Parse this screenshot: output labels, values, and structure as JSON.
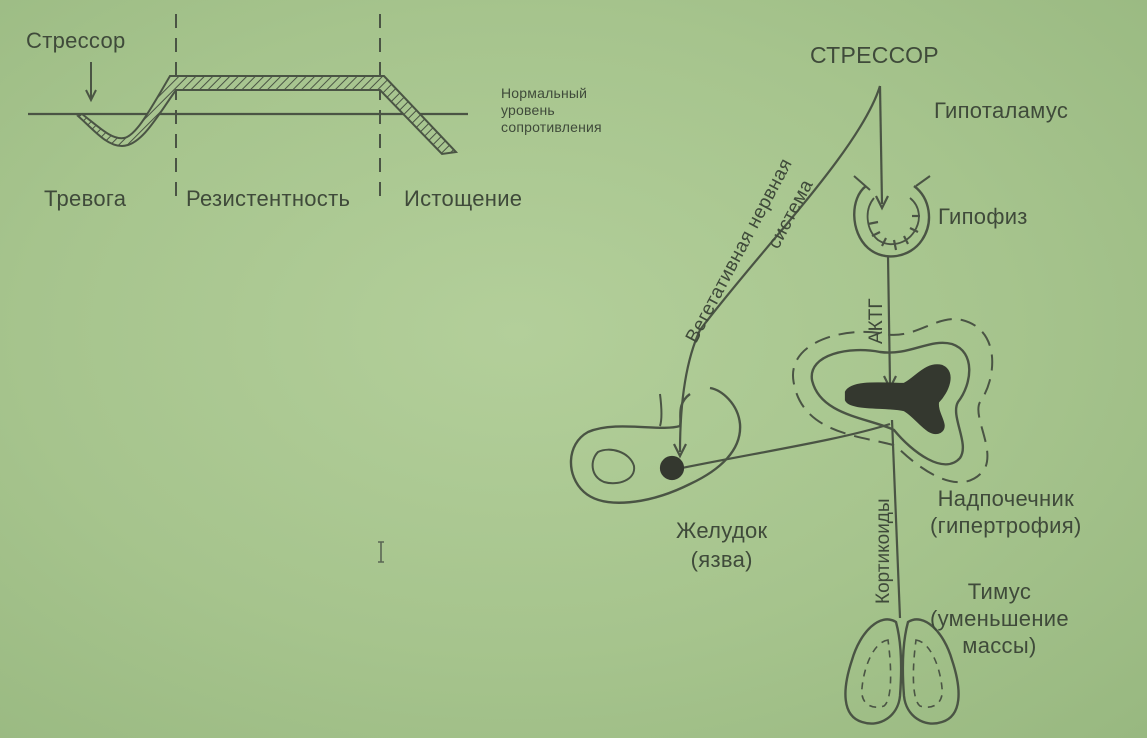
{
  "graph": {
    "stressor": "Стрессор",
    "normal_level": [
      "Нормальный",
      "уровень",
      "сопротивления"
    ],
    "phases": [
      "Тревога",
      "Резистентность",
      "Истощение"
    ]
  },
  "scheme": {
    "stressor": "СТРЕССОР",
    "hypothalamus": "Гипоталамус",
    "pituitary": "Гипофиз",
    "acth": "АКТГ",
    "ans_line1": "Вегетативная нервная",
    "ans_line2": "система",
    "corticoids": "Кортикоиды",
    "adrenal": [
      "Надпочечник",
      "(гипертрофия)"
    ],
    "stomach": [
      "Желудок",
      "(язва)"
    ],
    "thymus": [
      "Тимус",
      "(уменьшение",
      "массы)"
    ]
  },
  "colors": {
    "background": "#a8c590",
    "ink": "#3f4a3a",
    "adrenal_core": "#34382f"
  },
  "icons": {
    "cursor": "text-cursor-icon"
  }
}
